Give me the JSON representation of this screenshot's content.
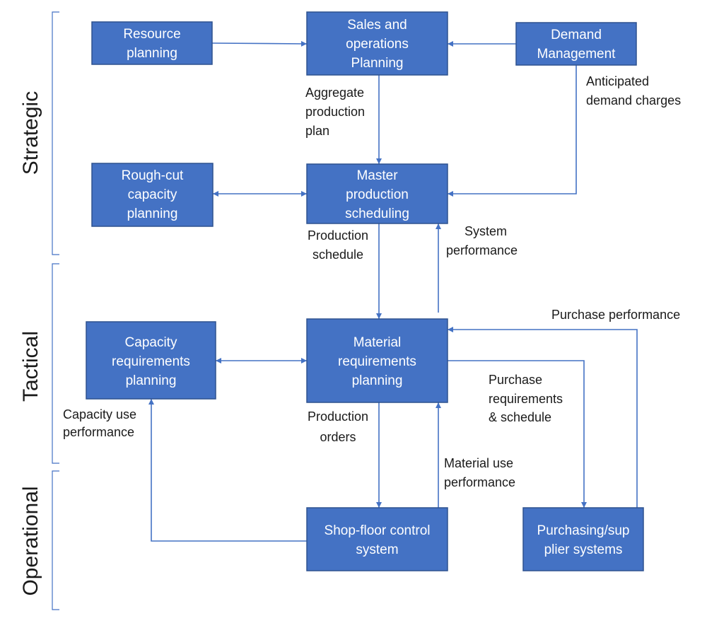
{
  "tiers": {
    "strategic": "Strategic",
    "tactical": "Tactical",
    "operational": "Operational"
  },
  "boxes": {
    "resource_planning": [
      "Resource",
      "planning"
    ],
    "sop": [
      "Sales and",
      "operations",
      "Planning"
    ],
    "demand_management": [
      "Demand",
      "Management"
    ],
    "rough_cut": [
      "Rough-cut",
      "capacity",
      "planning"
    ],
    "mps": [
      "Master",
      "production",
      "scheduling"
    ],
    "crp": [
      "Capacity",
      "requirements",
      "planning"
    ],
    "mrp": [
      "Material",
      "requirements",
      "planning"
    ],
    "shop_floor": [
      "Shop-floor control",
      "system"
    ],
    "purchasing": [
      "Purchasing/sup",
      "plier systems"
    ]
  },
  "labels": {
    "aggregate_plan": [
      "Aggregate",
      "production",
      "plan"
    ],
    "anticipated_demand": [
      "Anticipated",
      "demand charges"
    ],
    "production_schedule": [
      "Production",
      "schedule"
    ],
    "system_performance": [
      "System",
      "performance"
    ],
    "purchase_performance": [
      "Purchase performance"
    ],
    "purchase_requirements": [
      "Purchase",
      "requirements",
      "& schedule"
    ],
    "capacity_use": [
      "Capacity use",
      "performance"
    ],
    "production_orders": [
      "Production",
      "orders"
    ],
    "material_use": [
      "Material use",
      "performance"
    ]
  },
  "colors": {
    "box_fill": "#4472c4",
    "box_border": "#2f528f",
    "connector": "#4472c4",
    "box_text": "#ffffff",
    "label_text": "#1a1a1a"
  }
}
